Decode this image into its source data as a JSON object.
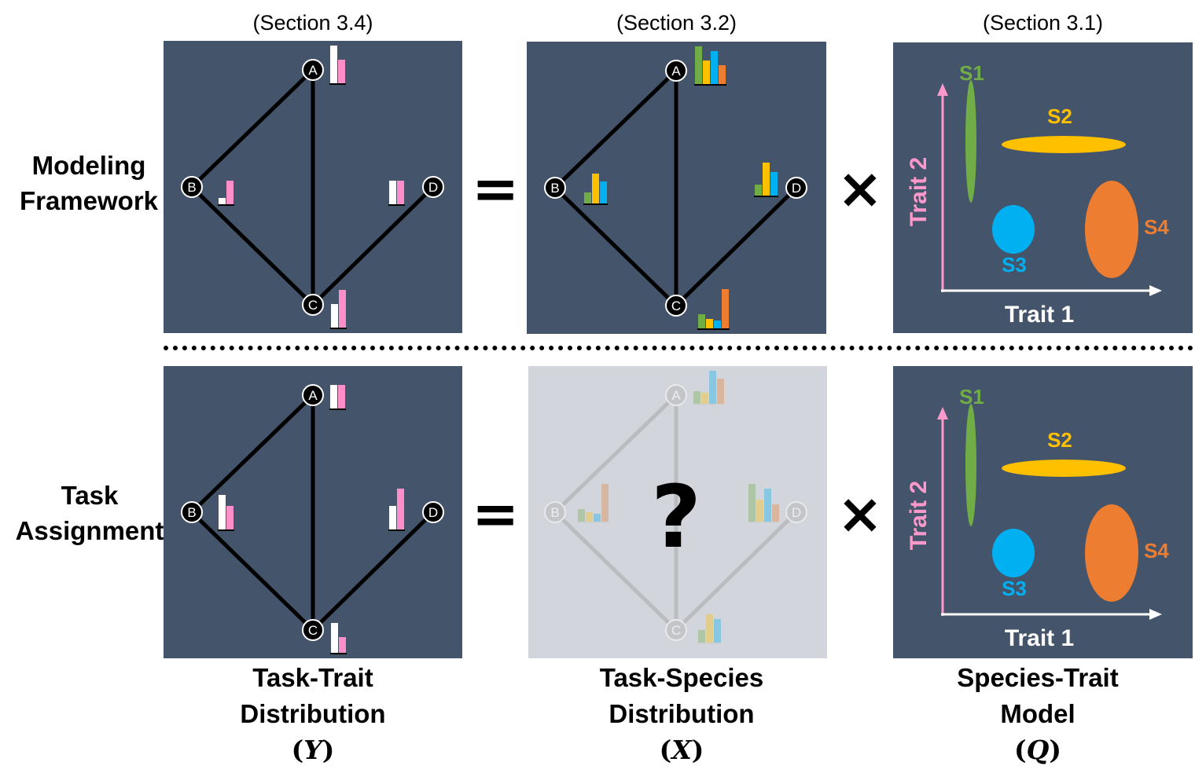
{
  "section_labels": [
    "(Section 3.4)",
    "(Section 3.2)",
    "(Section 3.1)"
  ],
  "rows": [
    {
      "label_line1": "Modeling",
      "label_line2": "Framework"
    },
    {
      "label_line1": "Task",
      "label_line2": "Assignment"
    }
  ],
  "operators": {
    "equals": "=",
    "times": "×",
    "unknown": "?"
  },
  "columns": [
    {
      "line1": "Task-Trait",
      "line2": "Distribution",
      "symbol": "Y"
    },
    {
      "line1": "Task-Species",
      "line2": "Distribution",
      "symbol": "X"
    },
    {
      "line1": "Species-Trait",
      "line2": "Model",
      "symbol": "Q"
    }
  ],
  "graph": {
    "nodes": [
      "A",
      "B",
      "C",
      "D"
    ],
    "edges": [
      [
        "A",
        "B"
      ],
      [
        "A",
        "C"
      ],
      [
        "B",
        "C"
      ],
      [
        "C",
        "D"
      ]
    ]
  },
  "trait_plot": {
    "x_axis_label": "Trait 1",
    "y_axis_label": "Trait 2",
    "species": [
      {
        "name": "S1",
        "color": "#70ad47"
      },
      {
        "name": "S2",
        "color": "#ffc000"
      },
      {
        "name": "S3",
        "color": "#00b0f0"
      },
      {
        "name": "S4",
        "color": "#ed7d31"
      }
    ]
  },
  "colors": {
    "panel_bg": "#44546a",
    "panel_faded_bg": "#d2d5db",
    "trait1_bar": "#ffffff",
    "trait2_bar": "#ff8fc8",
    "y_axis": "#ff99cc",
    "x_axis": "#ffffff"
  }
}
